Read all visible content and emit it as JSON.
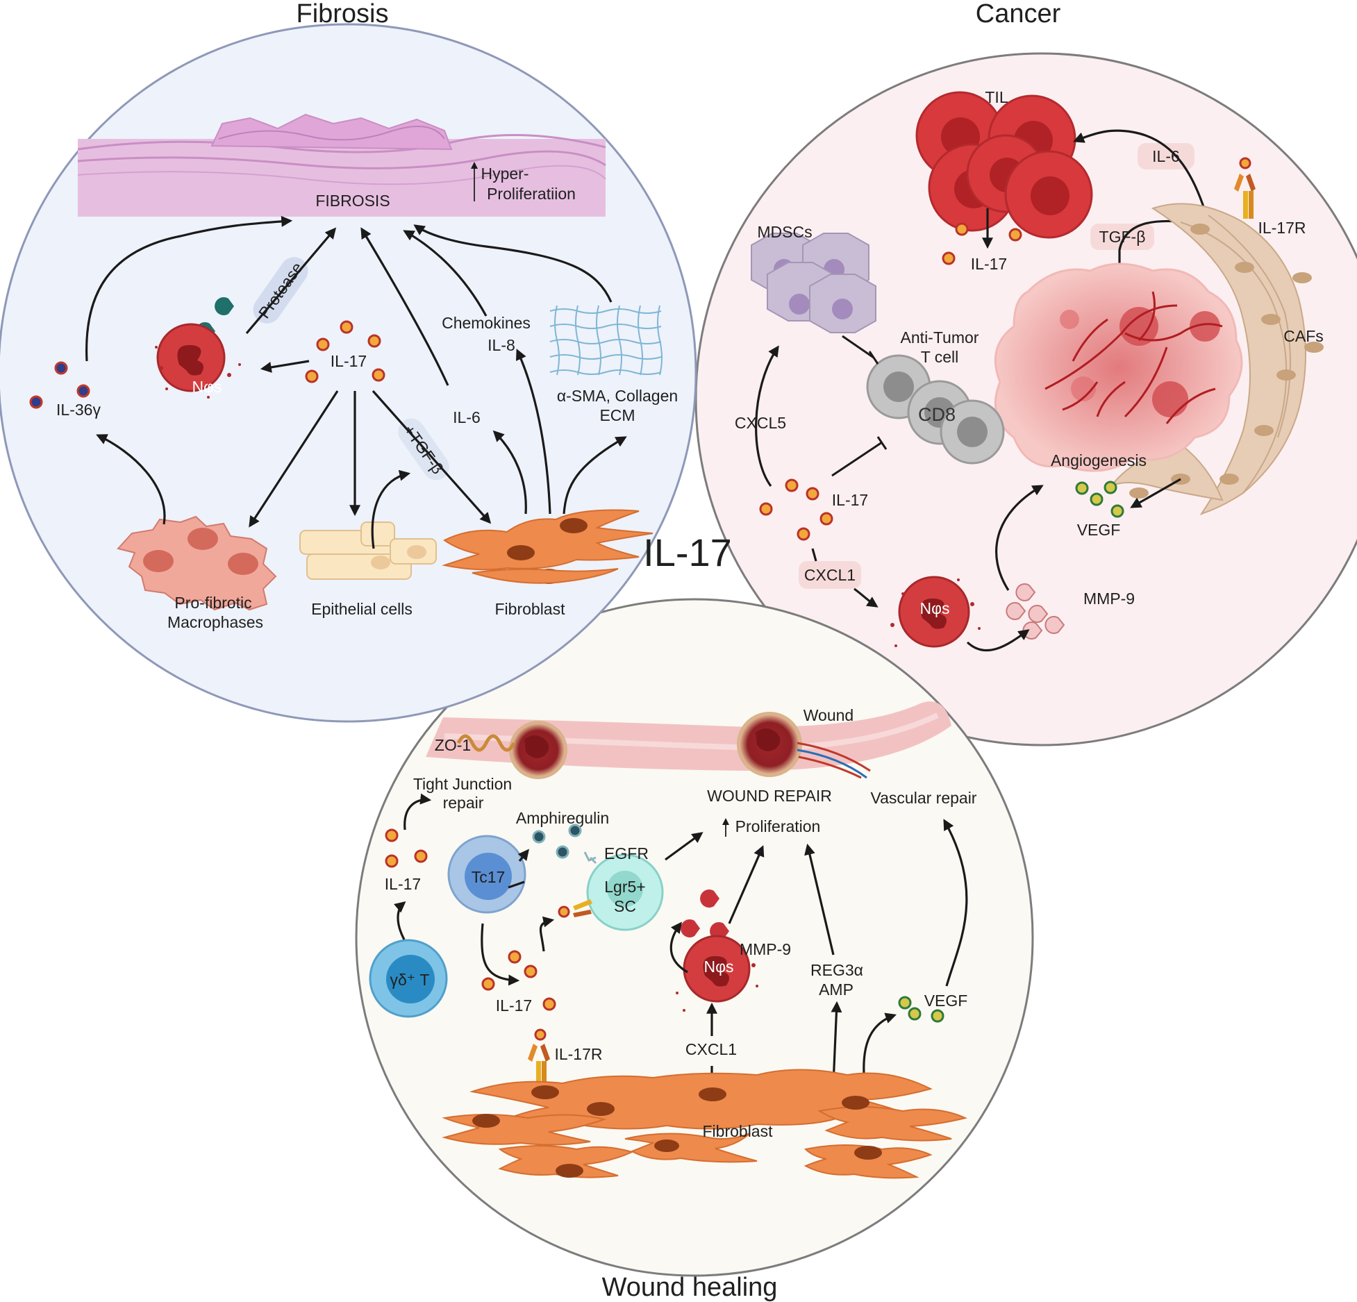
{
  "center_label": "IL-17",
  "fibrosis": {
    "title": "Fibrosis",
    "tissue_label": "FIBROSIS",
    "hyper_line1": "Hyper-",
    "hyper_line2": "Proliferatiion",
    "protease": "Protease",
    "neutrophil": "Nφs",
    "il17": "IL-17",
    "il36": "IL-36γ",
    "tgf": "+TGF-β",
    "il6": "IL-6",
    "chemokines_line1": "Chemokines",
    "chemokines_line2": "IL-8",
    "ecm_line1": "α-SMA, Collagen",
    "ecm_line2": "ECM",
    "macro_line1": "Pro-fibrotic",
    "macro_line2": "Macrophases",
    "epithelial": "Epithelial cells",
    "fibroblast": "Fibroblast"
  },
  "cancer": {
    "title": "Cancer",
    "til": "TIL",
    "il6": "IL-6",
    "il17r": "IL-17R",
    "tgf": "TGF-β",
    "il17_top": "IL-17",
    "mdscs": "MDSCs",
    "antitumor_line1": "Anti-Tumor",
    "antitumor_line2": "T cell",
    "cd8": "CD8",
    "cafs": "CAFs",
    "cxcl5": "CXCL5",
    "il17_mid": "IL-17",
    "angiogenesis": "Angiogenesis",
    "vegf": "VEGF",
    "cxcl1": "CXCL1",
    "neutrophil": "Nφs",
    "mmp9": "MMP-9"
  },
  "wound": {
    "title": "Wound healing",
    "zo1": "ZO-1",
    "wound": "Wound",
    "tj_line1": "Tight Junction",
    "tj_line2": "repair",
    "wound_repair": "WOUND REPAIR",
    "vascular": "Vascular repair",
    "amphiregulin": "Amphiregulin",
    "proliferation": "Proliferation",
    "egfr": "EGFR",
    "lgr5_line1": "Lgr5+",
    "lgr5_line2": "SC",
    "tc17": "Tc17",
    "il17_left": "IL-17",
    "gd_t": "γδ⁺ T",
    "il17_bottom": "IL-17",
    "neutrophil": "Nφs",
    "mmp9": "MMP-9",
    "reg_line1": "REG3α",
    "reg_line2": "AMP",
    "vegf": "VEGF",
    "cxcl1": "CXCL1",
    "il17r": "IL-17R",
    "fibroblast": "Fibroblast"
  },
  "colors": {
    "fibrosis_bg": "#eef2fa",
    "cancer_bg": "#fbeff1",
    "wound_bg": "#fbf9f3",
    "tissue": "#e9bfdc",
    "fibroblast": "#ee8a4c",
    "neutrophil": "#d43d3f",
    "til": "#d8393c",
    "caf": "#e7cdb6",
    "mdsc": "#c8bdd4",
    "cd8": "#b8b8b8"
  }
}
